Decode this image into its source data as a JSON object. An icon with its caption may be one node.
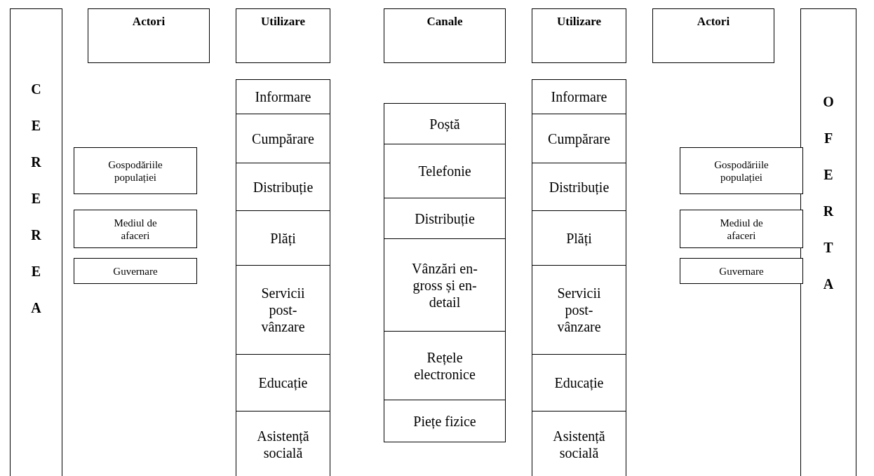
{
  "diagram": {
    "nodes": [
      {
        "text": [
          "CEREREA"
        ]
      },
      {
        "text": [
          "Actori"
        ]
      },
      {
        "text": [
          "Utilizare"
        ]
      },
      {
        "text": [
          "Canale"
        ]
      },
      {
        "text": [
          "Utilizare"
        ]
      },
      {
        "text": [
          "Actori"
        ]
      },
      {
        "text": [
          "OFERTA"
        ]
      },
      {
        "text": [
          "Informare"
        ]
      },
      {
        "text": [
          "Informare"
        ]
      },
      {
        "text": [
          "Poștă"
        ]
      },
      {
        "text": [
          "Cumpărare"
        ]
      },
      {
        "text": [
          "Cumpărare"
        ]
      },
      {
        "text": [
          "Gospodăriile populației"
        ]
      },
      {
        "text": [
          "Gospodăriile populației"
        ]
      },
      {
        "text": [
          "Telefonie"
        ]
      },
      {
        "text": [
          "Distribuție"
        ]
      },
      {
        "text": [
          "Distribuție"
        ]
      },
      {
        "text": [
          "Distribuție"
        ]
      },
      {
        "text": [
          "Mediul de afaceri"
        ]
      },
      {
        "text": [
          "Plăți"
        ]
      },
      {
        "text": [
          "Plăți"
        ]
      },
      {
        "text": [
          "Mediul de afaceri"
        ]
      },
      {
        "text": [
          "Vânzări en-gross și en-detail"
        ]
      },
      {
        "text": [
          "Guvernare"
        ]
      },
      {
        "text": [
          "Servicii post-vânzare"
        ]
      },
      {
        "text": [
          "Servicii post-vânzare"
        ]
      },
      {
        "text": [
          "Guvernare"
        ]
      },
      {
        "text": [
          "Rețele electronice"
        ]
      },
      {
        "text": [
          "Educație"
        ]
      },
      {
        "text": [
          "Educație"
        ]
      },
      {
        "text": [
          "Piețe fizice"
        ]
      },
      {
        "text": [
          "Asistență socială"
        ]
      },
      {
        "text": [
          "Asistență socială"
        ]
      }
    ]
  }
}
